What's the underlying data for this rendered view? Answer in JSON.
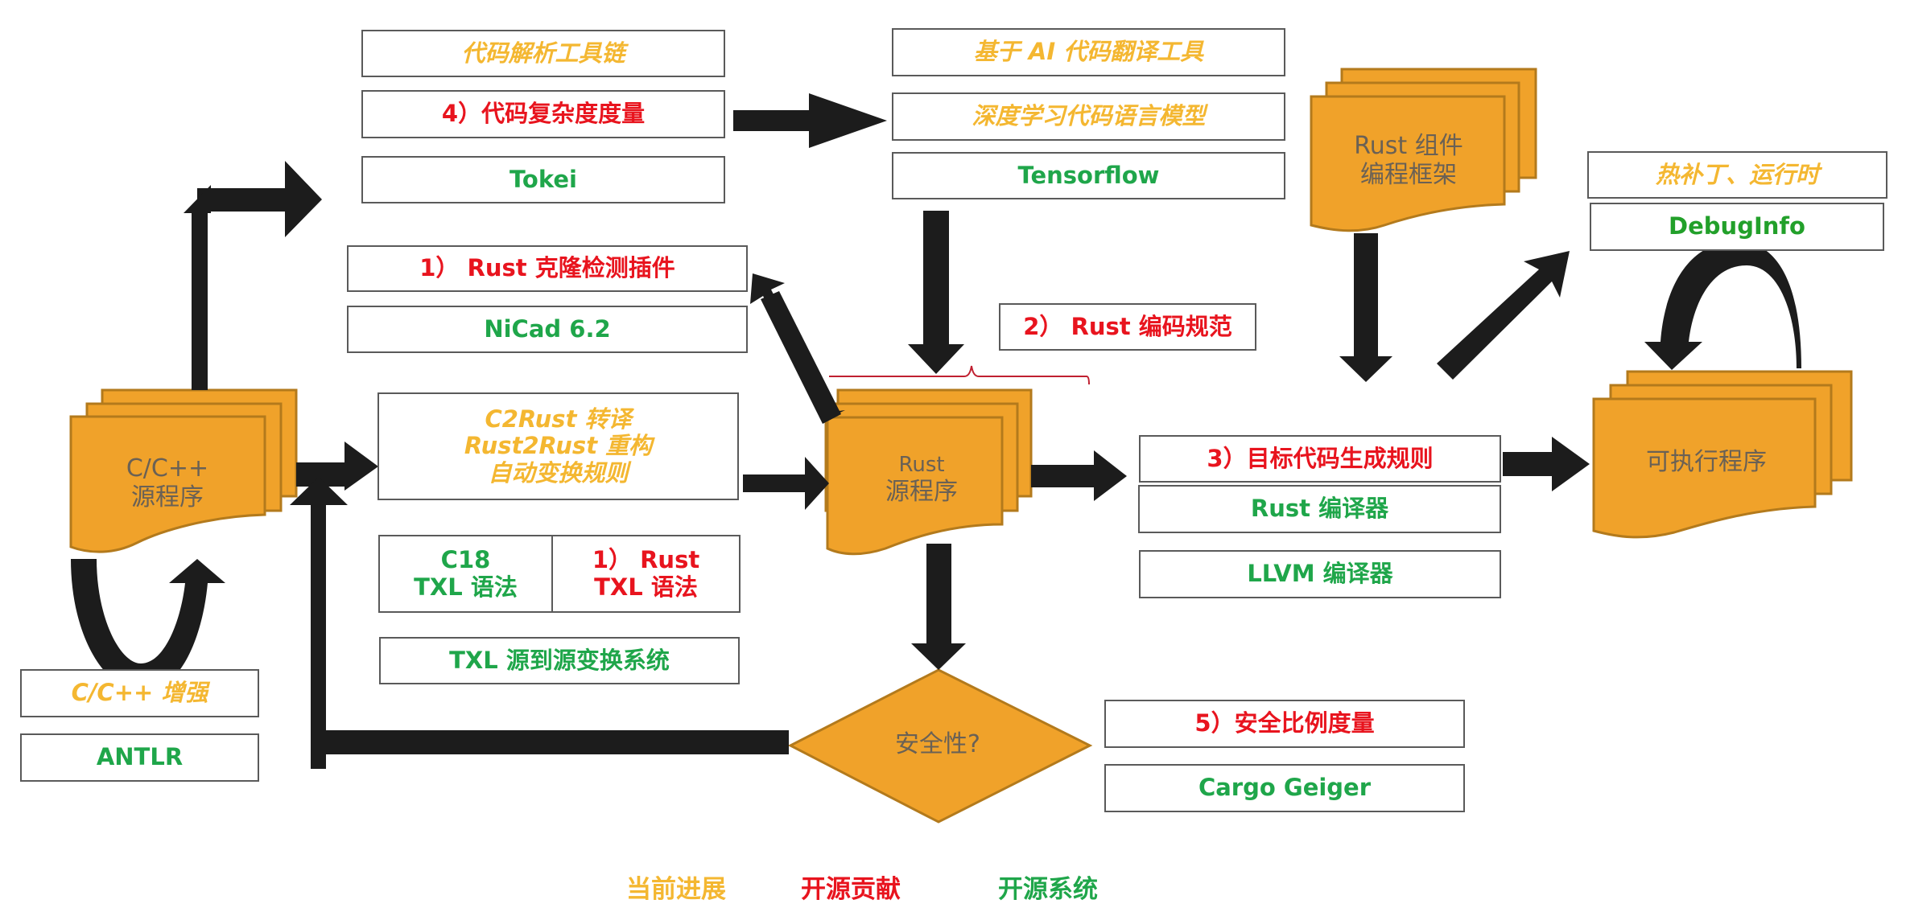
{
  "colors": {
    "progress": "#f4b731",
    "contribution": "#e8141e",
    "system": "#1fa64a",
    "shape_fill": "#f0a22a",
    "shape_stroke": "#b37a1c",
    "arrow": "#1c1c1c",
    "shape_text": "#6a6155"
  },
  "shapes": {
    "c_source": [
      "C/C++",
      "源程序"
    ],
    "rust_source": [
      "Rust",
      "源程序"
    ],
    "rust_framework": [
      "Rust 组件",
      "编程框架"
    ],
    "executable": [
      "可执行程序"
    ],
    "safety_decision": "安全性?"
  },
  "boxes": {
    "parse_toolchain": "代码解析工具链",
    "complexity_metric": "4）代码复杂度度量",
    "tokei": "Tokei",
    "ai_translate": "基于 AI 代码翻译工具",
    "dl_model": "深度学习代码语言模型",
    "tensorflow": "Tensorflow",
    "clone_plugin": "1） Rust 克隆检测插件",
    "nicad": "NiCad 6.2",
    "coding_standard": "2） Rust  编码规范",
    "transform_rules": [
      "C2Rust  转译",
      "Rust2Rust 重构",
      "自动变换规则"
    ],
    "c18_grammar": [
      "C18",
      "TXL 语法"
    ],
    "rust_grammar": [
      "1）  Rust",
      "TXL 语法"
    ],
    "txl_system": "TXL 源到源变换系统",
    "codegen_rules": "3）目标代码生成规则",
    "rust_compiler": "Rust 编译器",
    "llvm_compiler": "LLVM 编译器",
    "hotpatch": "热补丁、运行时",
    "debuginfo": "DebugInfo",
    "cpp_enhance": "C/C++ 增强",
    "antlr": "ANTLR",
    "safety_metric": "5）安全比例度量",
    "cargo_geiger": "Cargo Geiger"
  },
  "legend": {
    "progress": "当前进展",
    "contribution": "开源贡献",
    "system": "开源系统"
  }
}
